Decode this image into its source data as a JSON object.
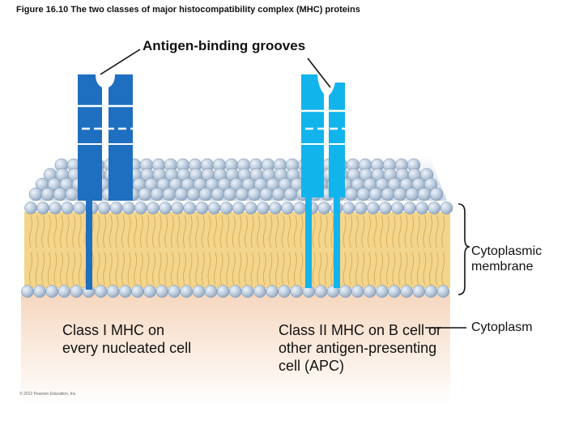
{
  "figure": {
    "title": "Figure 16.10 The two classes of major histocompatibility complex (MHC) proteins"
  },
  "labels": {
    "binding_grooves": "Antigen-binding grooves",
    "cytoplasmic_membrane": "Cytoplasmic membrane",
    "cytoplasm": "Cytoplasm",
    "class_1": "Class I MHC on every nucleated cell",
    "class_2": "Class II MHC on B cell or other antigen-presenting cell (APC)",
    "copyright": "© 2012 Pearson Education, Inc."
  },
  "colors": {
    "class_1_protein": "#1f6fc0",
    "class_2_protein": "#12b4ec",
    "lipid_head": "#b8c9dc",
    "lipid_tail": "#f3d58c",
    "cytoplasm_fill": "#fbe6d4",
    "leader_line": "#111111"
  }
}
